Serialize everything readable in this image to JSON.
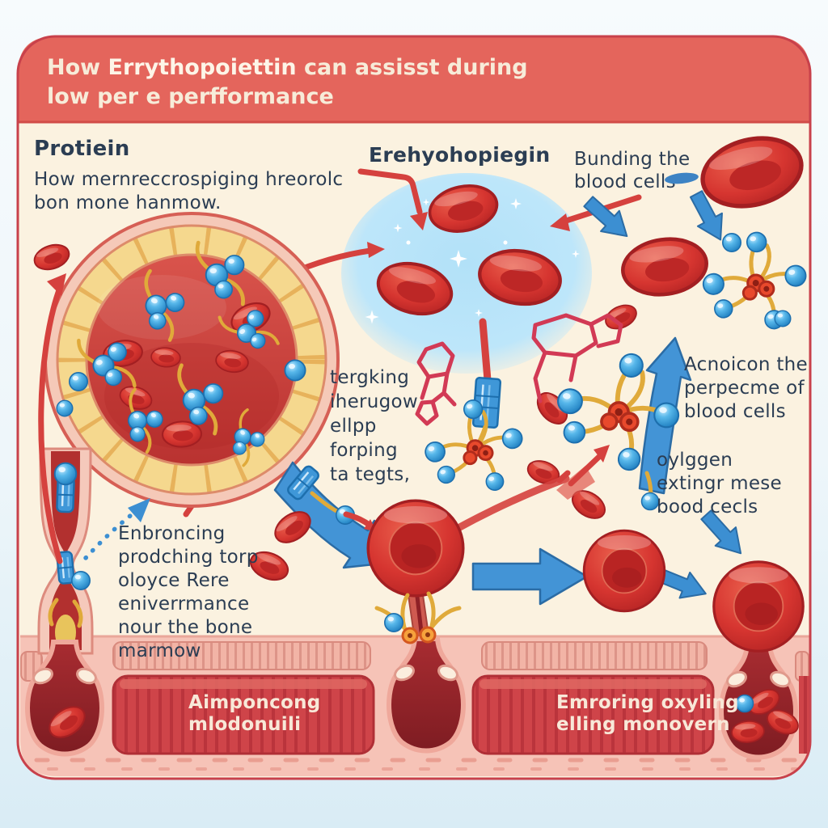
{
  "header": {
    "title_prefix": "How ",
    "title_emphasis": "Errythopoiettin",
    "title_suffix": " can assisst during",
    "title_line2": "low per e perfformance"
  },
  "sections": {
    "protein": {
      "title": "Protiein",
      "body": "How mernreccrospiging hreorolc\nbon mone hanmow."
    },
    "epo_label": "Erehyohopiegin",
    "binding_label": "Bunding the\nblood cells",
    "targeting_label": "tergking\niherugow\nellpp\nforping\nta tegts,",
    "action_label": "Acnoicon the\nperpecme of\nblood cells",
    "oxygen_label": "oylggen\nextingr mese\nbood cecls",
    "enhancing_label": "Enbroncing\nprodching torp\noloyce Rere\neniverrmance\nnour the bone\nmarmow",
    "muscle_left_label": "Aimponcong\nmlodonuili",
    "muscle_right_label": "Emroring oxyling\nelling monovern"
  },
  "colors": {
    "header_bg": "#e4655c",
    "card_bg": "#fbf2e0",
    "card_border": "#c8414b",
    "text_dark": "#2b3d53",
    "rbc_red": "#d63832",
    "arrow_blue": "#3c8fd2",
    "sphere_blue": "#41a5e0",
    "marrow_yellow": "#f5d88e",
    "muscle_red": "#cf4449",
    "glow_blue": "#b2e1f8"
  }
}
